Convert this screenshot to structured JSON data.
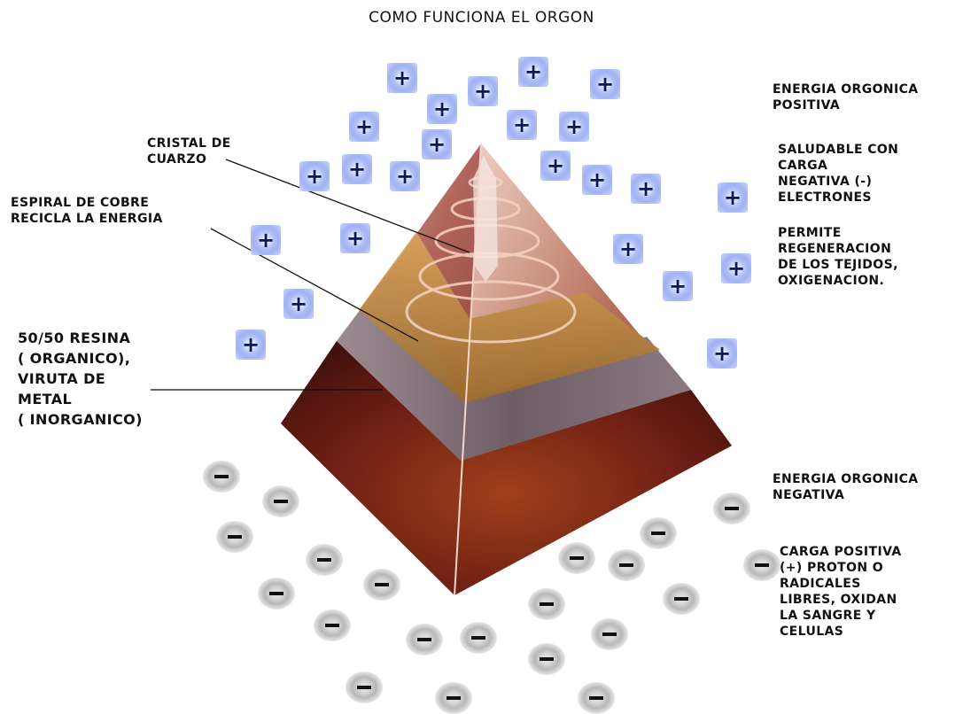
{
  "title": "COMO FUNCIONA EL ORGON",
  "labels": {
    "quartz": "CRISTAL DE\nCUARZO",
    "copper": "ESPIRAL DE COBRE\nRECICLA LA ENERGIA",
    "resin": "50/50 RESINA\n( ORGANICO),\nVIRUTA DE\nMETAL\n( INORGANICO)",
    "pos_energy": "ENERGIA ORGONICA\nPOSITIVA",
    "healthy": "SALUDABLE CON\nCARGA\nNEGATIVA (-)\nELECTRONES",
    "regeneration": "PERMITE\nREGENERACION\nDE LOS TEJIDOS,\nOXIGENACION.",
    "neg_energy": "ENERGIA ORGONICA\nNEGATIVA",
    "pos_charge": "CARGA POSITIVA\n(+) PROTON O\nRADICALES\nLIBRES, OXIDAN\nLA SANGRE Y\nCELULAS"
  },
  "symbols": {
    "plus": "+",
    "minus": "−"
  },
  "colors": {
    "plus_tile": "#a9bcf5",
    "pyramid": "#8c3b2c",
    "copper_layer": "#b8873e"
  }
}
